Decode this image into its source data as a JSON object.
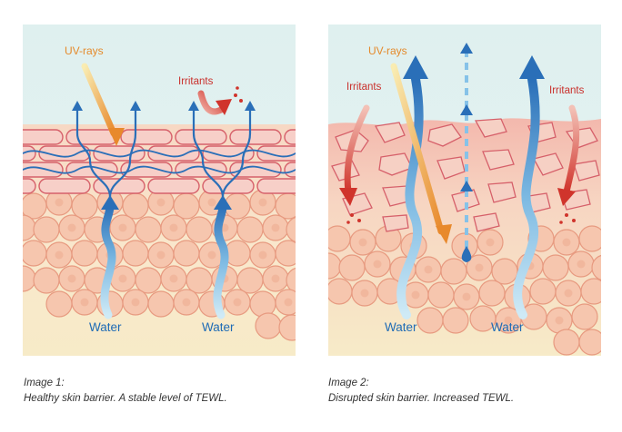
{
  "colors": {
    "sky": "#dff0ef",
    "cream": "#f7e9c4",
    "skin_cell": "#f6c7ae",
    "skin_cell_stroke": "#e89a82",
    "stratum": "#f4c6bf",
    "stratum_stroke": "#d35b63",
    "arrow_blue": "#2a6fb8",
    "arrow_blue_light": "#9cd1ec",
    "uv_orange": "#e8892c",
    "uv_yellow": "#f7e6a4",
    "irritant_red": "#d0342c"
  },
  "panels": [
    {
      "labels": {
        "uv": "UV-rays",
        "irritants": "Irritants",
        "water_left": "Water",
        "water_right": "Water"
      },
      "caption": {
        "title": "Image 1:",
        "text": "Healthy skin barrier. A stable level of TEWL."
      }
    },
    {
      "labels": {
        "uv": "UV-rays",
        "irritants_left": "Irritants",
        "irritants_right": "Irritants",
        "water_left": "Water",
        "water_right": "Water"
      },
      "caption": {
        "title": "Image 2:",
        "text": "Disrupted skin barrier. Increased TEWL."
      }
    }
  ]
}
